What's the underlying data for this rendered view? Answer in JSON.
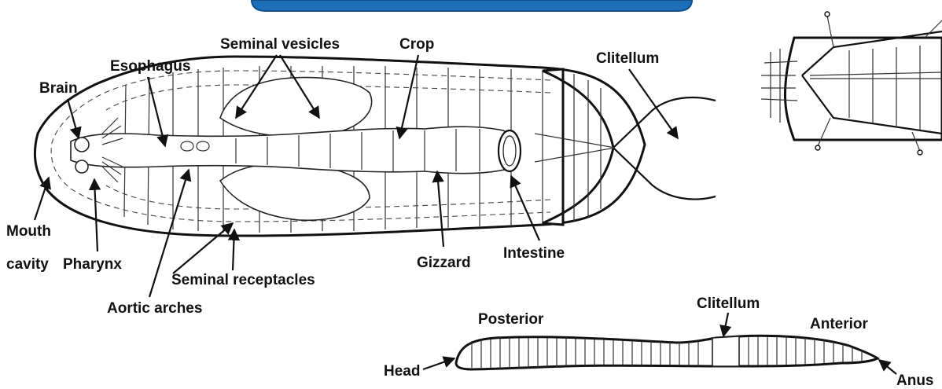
{
  "colors": {
    "banner": "#1f6fb8",
    "banner_edge": "#0d4f8f",
    "ink": "#111111"
  },
  "dissection": {
    "labels": {
      "brain": "Brain",
      "esophagus": "Esophagus",
      "seminal_vesicles": "Seminal vesicles",
      "crop": "Crop",
      "clitellum": "Clitellum",
      "mouth_line1": "Mouth",
      "mouth_line2": "cavity",
      "pharynx": "Pharynx",
      "aortic_arches": "Aortic arches",
      "seminal_receptacles": "Seminal receptacles",
      "gizzard": "Gizzard",
      "intestine": "Intestine"
    }
  },
  "external": {
    "labels": {
      "posterior": "Posterior",
      "clitellum": "Clitellum",
      "anterior": "Anterior",
      "head": "Head",
      "anus": "Anus"
    }
  }
}
